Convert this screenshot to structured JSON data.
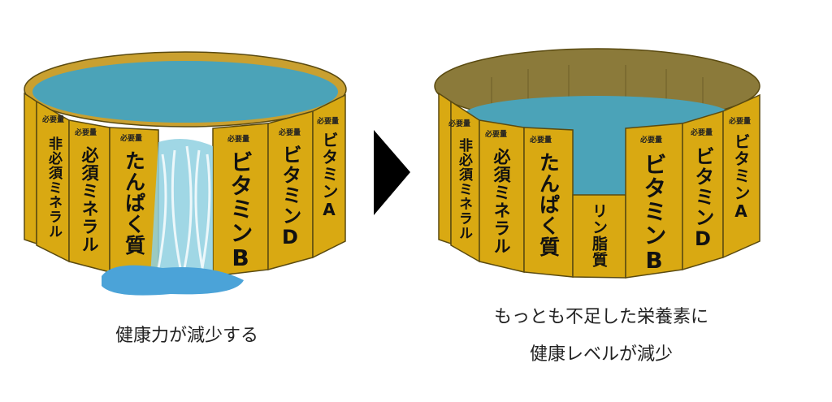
{
  "colors": {
    "stave": "#d9a912",
    "water": "#4ba3b8",
    "inner_wall": "#8b7a3a",
    "arrow": "#000000"
  },
  "left_barrel": {
    "required_label": "必要量",
    "staves": [
      "非必須ミネラル",
      "必須ミネラル",
      "たんぱく質",
      "ビタミンB",
      "ビタミンD",
      "ビタミンA"
    ],
    "caption": "健康力が減少する"
  },
  "right_barrel": {
    "required_label": "必要量",
    "staves": [
      "非必須ミネラル",
      "必須ミネラル",
      "たんぱく質",
      "リン脂質",
      "ビタミンB",
      "ビタミンD",
      "ビタミンA"
    ],
    "caption_line1": "もっとも不足した栄養素に",
    "caption_line2": "健康レベルが減少"
  }
}
